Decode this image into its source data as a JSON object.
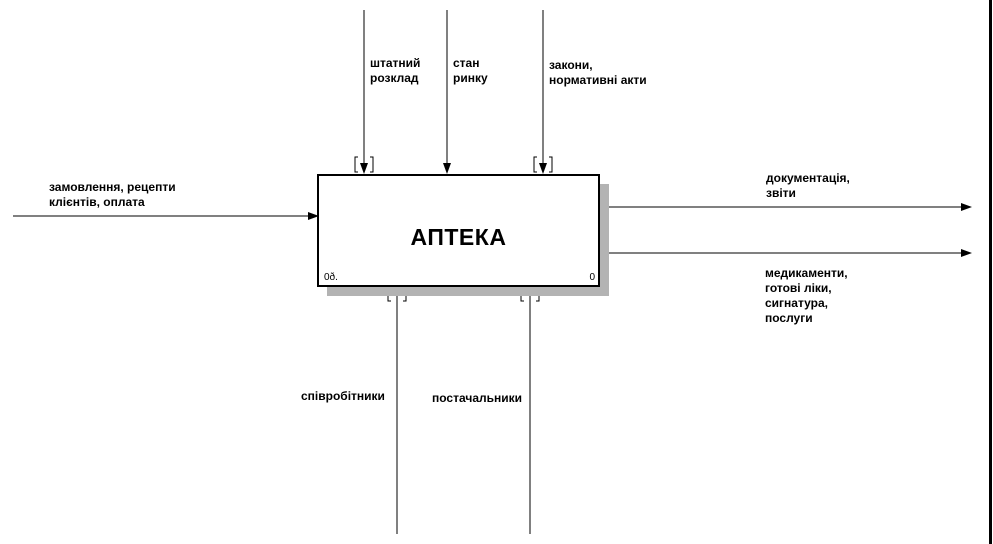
{
  "diagram": {
    "activity": {
      "title": "АПТЕКА",
      "node": "0ð.",
      "number": "0"
    },
    "inputs": [
      {
        "lines": [
          "замовлення, рецепти",
          "клієнтів, оплата"
        ]
      }
    ],
    "controls": [
      {
        "lines": [
          "штатний",
          "розклад"
        ],
        "tunneled": true
      },
      {
        "lines": [
          "стан",
          "ринку"
        ],
        "tunneled": false
      },
      {
        "lines": [
          "закони,",
          "нормативні акти"
        ],
        "tunneled": true
      }
    ],
    "outputs": [
      {
        "lines": [
          "документація,",
          "звіти"
        ]
      },
      {
        "lines": [
          "медикаменти,",
          "готові ліки,",
          "сигнатура,",
          "послуги"
        ]
      }
    ],
    "mechanisms": [
      {
        "lines": [
          "співробітники"
        ],
        "tunneled": true
      },
      {
        "lines": [
          "постачальники"
        ],
        "tunneled": true
      }
    ]
  }
}
